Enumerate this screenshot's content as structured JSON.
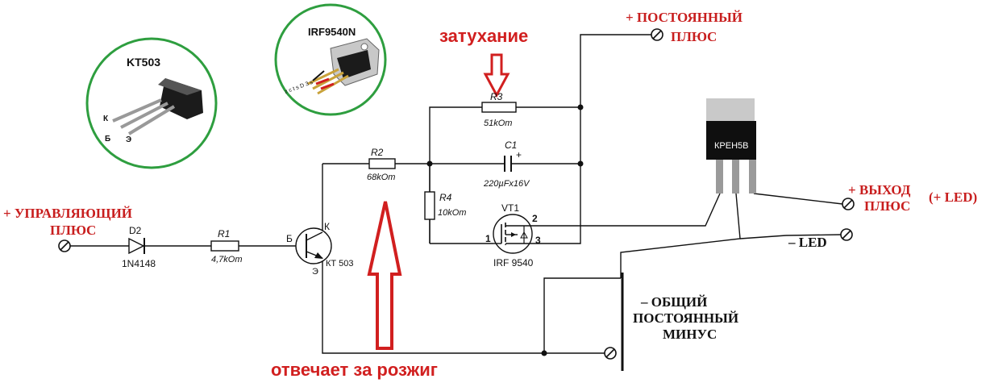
{
  "top_labels": {
    "fade": "затухание",
    "ignition": "отвечает за розжиг",
    "plus_const_line1": "+ ПОСТОЯННЫЙ",
    "plus_const_line2": "ПЛЮС"
  },
  "left_labels": {
    "control_line1": "+ УПРАВЛЯЮЩИЙ",
    "control_line2": "ПЛЮС"
  },
  "right_labels": {
    "output_line1": "+ ВЫХОД",
    "output_line2": "ПЛЮС",
    "output_led": "(+ LED)",
    "minus_led": "– LED",
    "common_line1": "– ОБЩИЙ",
    "common_line2": "ПОСТОЯННЫЙ",
    "common_line3": "МИНУС"
  },
  "insets": {
    "kt503_title": "KT503",
    "kt503_pin_k": "К",
    "kt503_pin_b": "Б",
    "kt503_pin_e": "Э",
    "irf_title": "IRF9540N",
    "irf_pins": "z c t s D 3 s"
  },
  "regulator": {
    "label": "КРЕН5В"
  },
  "components": {
    "d2_name": "D2",
    "d2_value": "1N4148",
    "r1_name": "R1",
    "r1_value": "4,7kOm",
    "r2_name": "R2",
    "r2_value": "68kOm",
    "r3_name": "R3",
    "r3_value": "51kOm",
    "r4_name": "R4",
    "r4_value": "10kOm",
    "c1_name": "C1",
    "c1_plus": "+",
    "c1_value": "220µFx16V",
    "vt1_name": "VT1",
    "vt1_value": "IRF 9540",
    "vt1_pin1": "1",
    "vt1_pin2": "2",
    "vt1_pin3": "3",
    "q_b": "Б",
    "q_k": "К",
    "q_e": "Э",
    "q_value": "КТ 503"
  },
  "colors": {
    "accent_red": "#d11f1f",
    "inset_green": "#2e9e3f",
    "wire": "#111111"
  }
}
